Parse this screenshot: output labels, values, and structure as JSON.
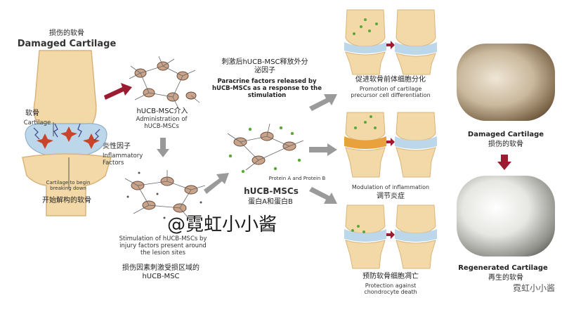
{
  "left": {
    "title_zh": "损伤的软骨",
    "title_en": "Damaged Cartilage",
    "cartilage_zh": "软骨",
    "cartilage_en": "Cartilage",
    "breakdown_en": "Cartilage to begin breaking down",
    "breakdown_zh": "开始解构的软骨"
  },
  "center": {
    "admin_zh": "hUCB-MSC介入",
    "admin_en": "Administration of hUCB-MSCs",
    "inflam_zh": "炎性因子",
    "inflam_en": "Inflammatory Factors",
    "stim_en": "Stimulation of hUCB-MSCs by injury factors present around the lesion sites",
    "stim_zh": "损伤因素刺激受损区域的hUCB-MSC",
    "paracrine_zh": "刺激后hUCB-MSC释放外分泌因子",
    "paracrine_en": "Paracrine factors released by hUCB-MSCs as a response to the stimulation",
    "msc_label": "hUCB-MSCs",
    "msc_zh": "蛋白A和蛋白B",
    "protein_en": "Protein A and Protein B"
  },
  "right": {
    "promo_zh": "促进软骨前体细胞分化",
    "promo_en": "Promotion of cartilage precursor cell differentiation",
    "modu_en": "Modulation of inflammation",
    "modu_zh": "调节炎症",
    "prot_zh": "预防软骨细胞凋亡",
    "prot_en": "Protection against chondrocyte death"
  },
  "photos": {
    "damaged_en": "Damaged Cartilage",
    "damaged_zh": "损伤的软骨",
    "regen_en": "Regenerated Cartilage",
    "regen_zh": "再生的软骨"
  },
  "watermark": {
    "handle": "@霓虹小小酱",
    "corner": "霓虹小小酱"
  },
  "colors": {
    "arrow_red": "#9b1b30",
    "arrow_gray": "#9a9a9a",
    "bone": "#f3d9a8",
    "cartilage_blue": "#bcd6ea"
  }
}
